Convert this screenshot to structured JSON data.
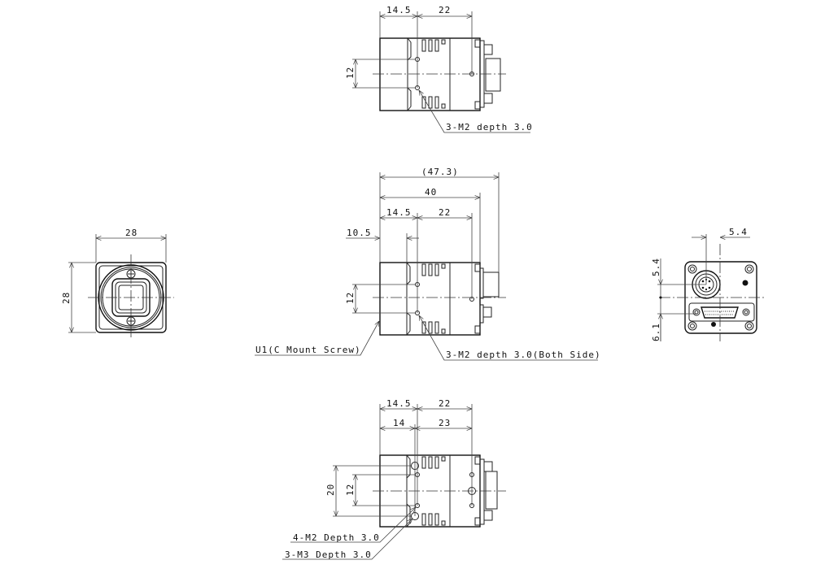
{
  "top_view": {
    "dim_front": "14.5",
    "dim_holes": "22",
    "dim_height": "12",
    "note": "3-M2 depth 3.0"
  },
  "side_view": {
    "dim_overall": "(47.3)",
    "dim_body": "40",
    "dim_front": "14.5",
    "dim_holes": "22",
    "dim_mount": "10.5",
    "dim_height": "12",
    "note_mount": "U1(C Mount Screw)",
    "note_holes": "3-M2 depth 3.0(Both Side)"
  },
  "front_view": {
    "dim_width": "28",
    "dim_height": "28"
  },
  "rear_view": {
    "dim_horizontal": "5.4",
    "dim_vertical_top": "5.4",
    "dim_vertical_bottom": "6.1"
  },
  "bottom_view": {
    "dim_front_a": "14.5",
    "dim_holes_a": "22",
    "dim_front_b": "14",
    "dim_holes_b": "23",
    "dim_outer": "20",
    "dim_inner": "12",
    "note_m2": "4-M2 Depth 3.0",
    "note_m3": "3-M3 Depth 3.0"
  }
}
